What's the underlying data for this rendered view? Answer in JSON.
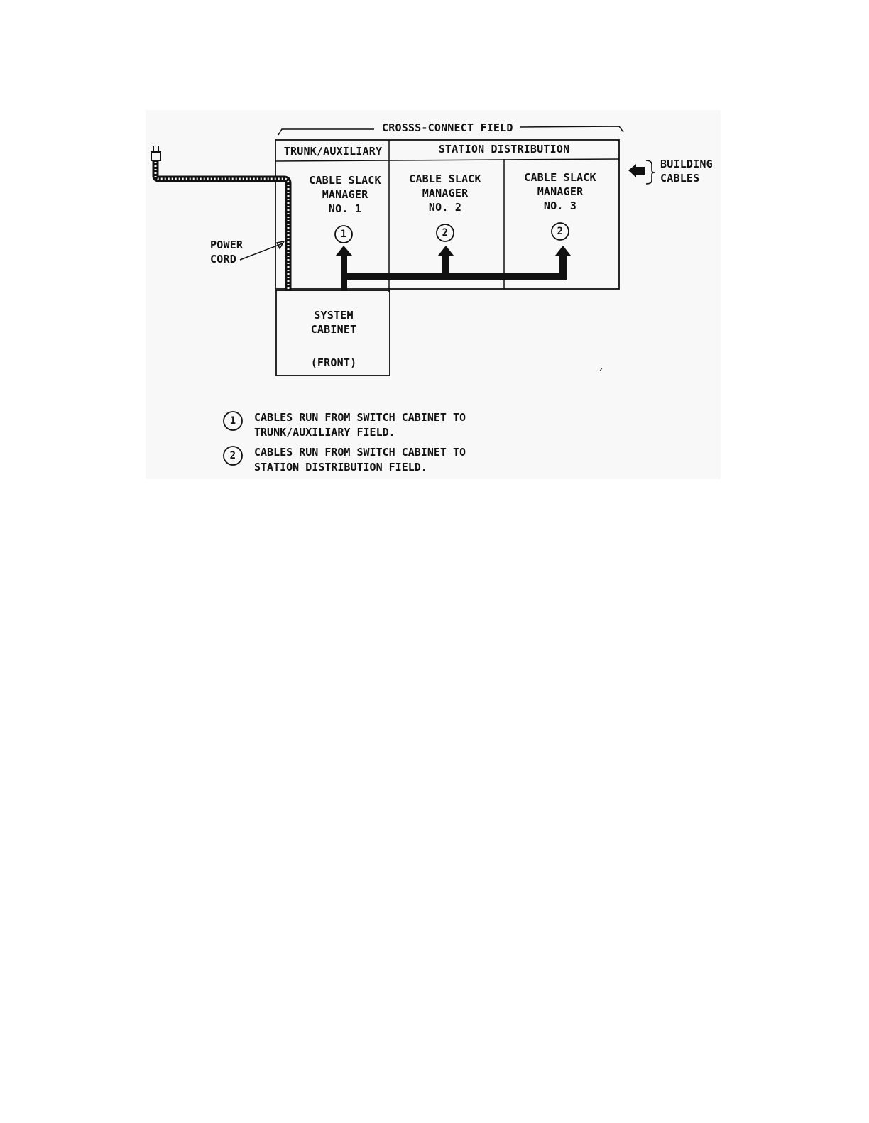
{
  "diagram": {
    "title": "CROSSS-CONNECT FIELD",
    "sections": {
      "trunk": "TRUNK/AUXILIARY",
      "station": "STATION DISTRIBUTION"
    },
    "managers": [
      {
        "line1": "CABLE SLACK",
        "line2": "MANAGER",
        "line3": "NO. 1",
        "marker": "1"
      },
      {
        "line1": "CABLE SLACK",
        "line2": "MANAGER",
        "line3": "NO. 2",
        "marker": "2"
      },
      {
        "line1": "CABLE SLACK",
        "line2": "MANAGER",
        "line3": "NO. 3",
        "marker": "2"
      }
    ],
    "building_cables": {
      "line1": "BUILDING",
      "line2": "CABLES"
    },
    "power_cord": {
      "line1": "POWER",
      "line2": "CORD"
    },
    "system_cabinet": {
      "line1": "SYSTEM",
      "line2": "CABINET",
      "line3": "(FRONT)"
    }
  },
  "legend": [
    {
      "marker": "1",
      "line1": "CABLES RUN FROM SWITCH CABINET TO",
      "line2": "TRUNK/AUXILIARY FIELD."
    },
    {
      "marker": "2",
      "line1": "CABLES RUN FROM SWITCH CABINET TO",
      "line2": "STATION DISTRIBUTION FIELD."
    }
  ]
}
